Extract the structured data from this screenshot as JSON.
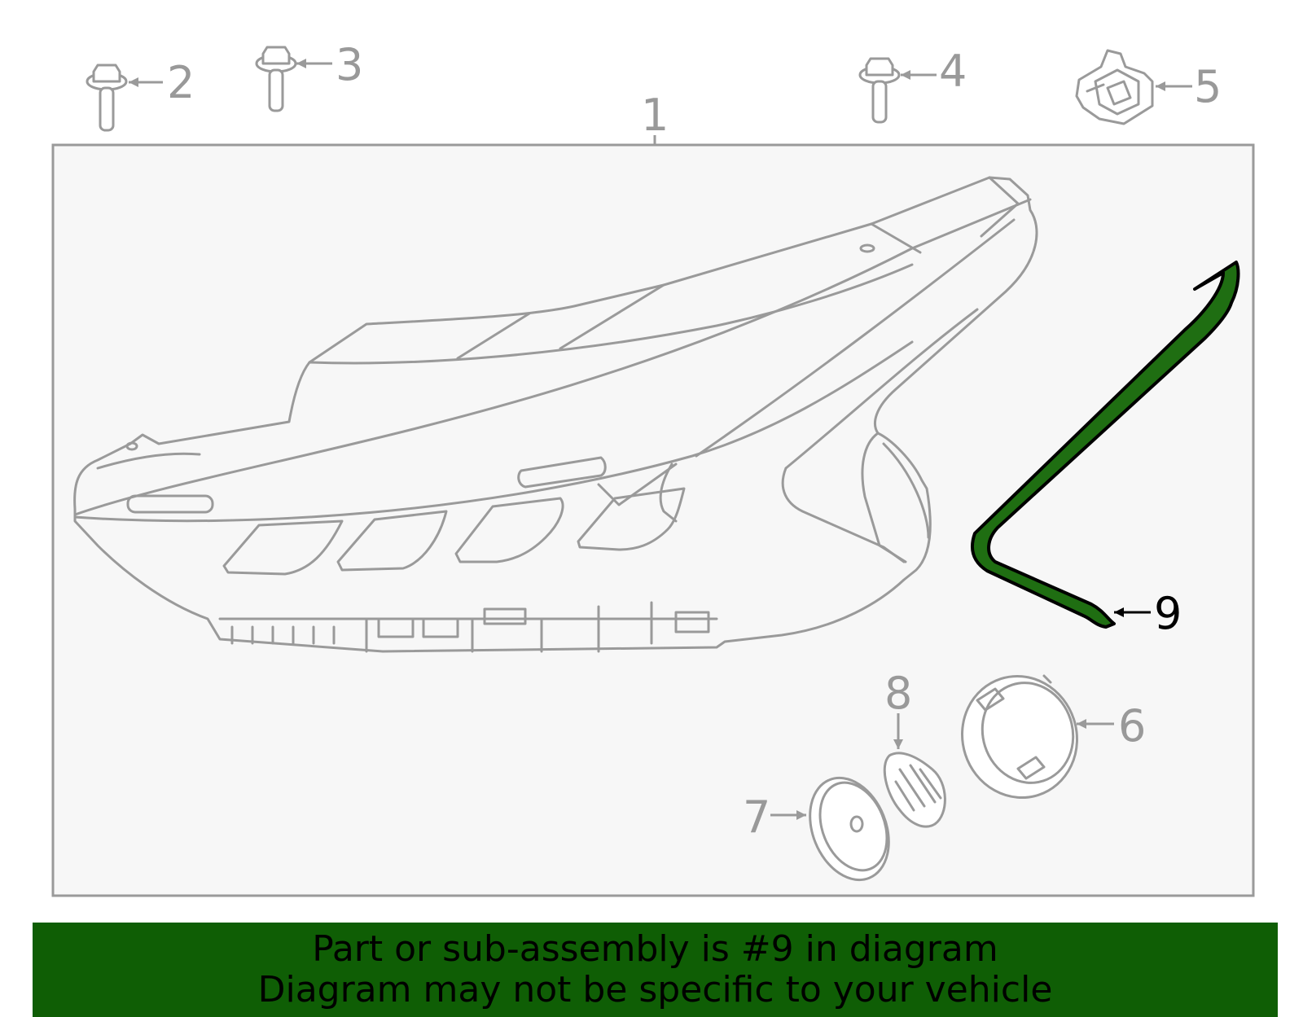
{
  "diagram": {
    "callouts": [
      "1",
      "2",
      "3",
      "4",
      "5",
      "6",
      "7",
      "8",
      "9"
    ],
    "highlighted_callout": "9",
    "highlight_color": "#1f6e12",
    "line_color": "#9a9a9a",
    "panel_color": "#f7f7f7"
  },
  "banner": {
    "line1": "Part or sub-assembly is #9 in diagram",
    "line2": "Diagram may not be specific to your vehicle",
    "background": "#0f5e05"
  }
}
